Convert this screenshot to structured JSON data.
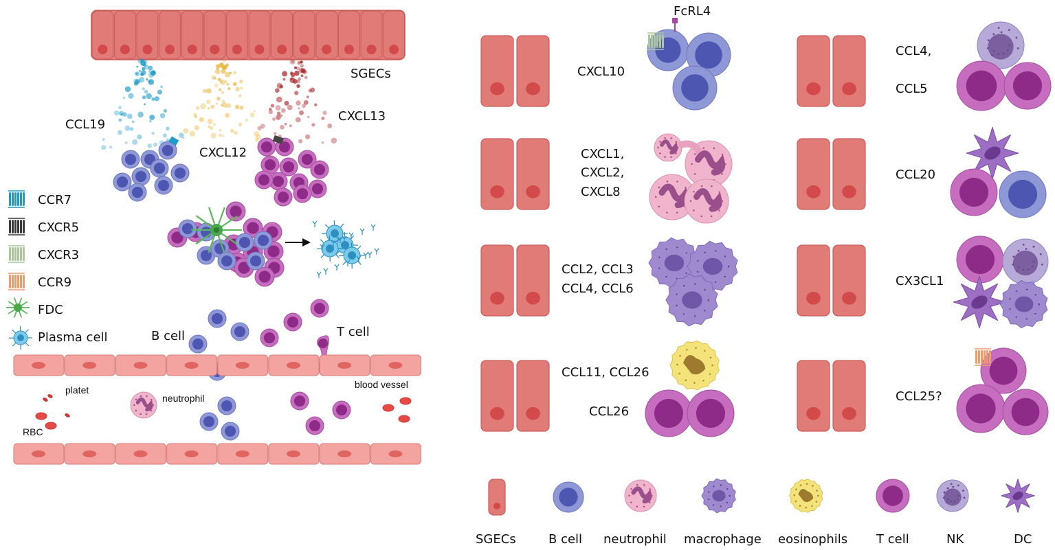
{
  "colors": {
    "sgec": "#e07b77",
    "sgec_dark": "#c85a57",
    "sgec_nucleus": "#d24a4a",
    "bcell": "#8f98d6",
    "bcell_nucleus": "#4d56b0",
    "tcell": "#c66dc0",
    "tcell_nucleus": "#8e2a87",
    "neutrophil": "#f0b4cd",
    "macrophage": "#9f8ad0",
    "eosinophil": "#f4e27a",
    "nk": "#a99ad2",
    "dc": "#9d6fc4",
    "ccl19_dots": "#1d9ac7",
    "cxcl12_dots": "#e8b43c",
    "cxcl13_dots": "#a8272a",
    "vessel": "#f3a3a0",
    "fdc": "#5cb85c",
    "plasma": "#3fa9d6"
  },
  "left_panel": {
    "sgecs_label": "SGECs",
    "ccl19_label": "CCL19",
    "cxcl12_label": "CXCL12",
    "cxcl13_label": "CXCL13",
    "receptor_legend": [
      {
        "label": "CCR7",
        "icon": "ccr7-receptor-icon"
      },
      {
        "label": "CXCR5",
        "icon": "cxcr5-receptor-icon"
      },
      {
        "label": "CXCR3",
        "icon": "cxcr3-receptor-icon"
      },
      {
        "label": "CCR9",
        "icon": "ccr9-receptor-icon"
      },
      {
        "label": "FDC",
        "icon": "fdc-icon"
      },
      {
        "label": "Plasma cell",
        "icon": "plasma-cell-icon"
      }
    ],
    "bcell_label": "B cell",
    "tcell_label": "T cell",
    "vessel_label": "blood vessel",
    "platet_label": "platet",
    "rbc_label": "RBC",
    "neutrophil_label": "neutrophil"
  },
  "right_panel": {
    "fcrl4_label": "FcRL4",
    "rows": [
      {
        "left": [
          "CXCL10"
        ],
        "right": [
          "CCL4,",
          "CCL5"
        ]
      },
      {
        "left": [
          "CXCL1,",
          "CXCL2,",
          "CXCL8"
        ],
        "right": [
          "CCL20"
        ]
      },
      {
        "left": [
          "CCL2, CCL3",
          "CCL4, CCL6"
        ],
        "right": [
          "CX3CL1"
        ]
      },
      {
        "left": [
          "CCL11, CCL26",
          "CCL26"
        ],
        "right": [
          "CCL25?"
        ]
      }
    ]
  },
  "legend": [
    {
      "label": "SGECs",
      "icon": "sgec-icon"
    },
    {
      "label": "B cell",
      "icon": "b-cell-icon"
    },
    {
      "label": "neutrophil",
      "icon": "neutrophil-icon"
    },
    {
      "label": "macrophage",
      "icon": "macrophage-icon"
    },
    {
      "label": "eosinophils",
      "icon": "eosinophil-icon"
    },
    {
      "label": "T cell",
      "icon": "t-cell-icon"
    },
    {
      "label": "NK",
      "icon": "nk-icon"
    },
    {
      "label": "DC",
      "icon": "dc-icon"
    }
  ]
}
